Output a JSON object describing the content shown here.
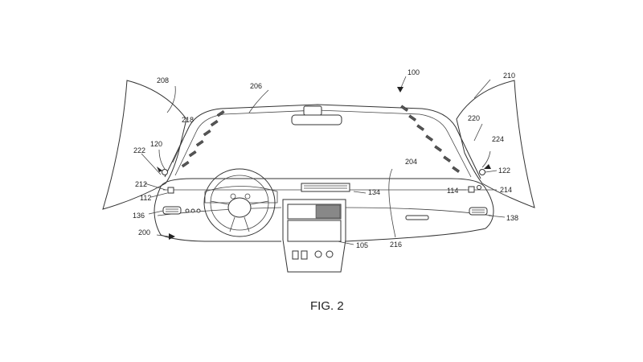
{
  "figure": {
    "caption": "FIG. 2",
    "ref_labels": [
      {
        "id": "100",
        "text": "100"
      },
      {
        "id": "206",
        "text": "206"
      },
      {
        "id": "208",
        "text": "208"
      },
      {
        "id": "210",
        "text": "210"
      },
      {
        "id": "218",
        "text": "218"
      },
      {
        "id": "220",
        "text": "220"
      },
      {
        "id": "120",
        "text": "120"
      },
      {
        "id": "222",
        "text": "222"
      },
      {
        "id": "224",
        "text": "224"
      },
      {
        "id": "212",
        "text": "212"
      },
      {
        "id": "112",
        "text": "112"
      },
      {
        "id": "204",
        "text": "204"
      },
      {
        "id": "122",
        "text": "122"
      },
      {
        "id": "114",
        "text": "114"
      },
      {
        "id": "214",
        "text": "214"
      },
      {
        "id": "134",
        "text": "134"
      },
      {
        "id": "136",
        "text": "136"
      },
      {
        "id": "138",
        "text": "138"
      },
      {
        "id": "200",
        "text": "200"
      },
      {
        "id": "216",
        "text": "216"
      },
      {
        "id": "105",
        "text": "105"
      }
    ]
  }
}
